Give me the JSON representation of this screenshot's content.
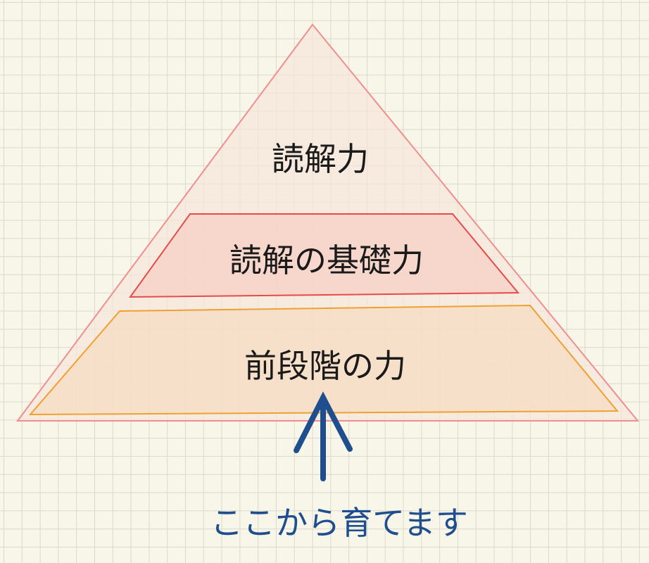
{
  "diagram": {
    "levels": [
      {
        "label": "読解力",
        "fill": "#f6e5da",
        "stroke": "#ef8f8f"
      },
      {
        "label": "読解の基礎力",
        "fill": "#f7d7cd",
        "stroke": "#e54b4b"
      },
      {
        "label": "前段階の力",
        "fill": "#f6e0c8",
        "stroke": "#f0a030"
      }
    ],
    "caption": "ここから育てます",
    "arrow_color": "#1f4e8f"
  }
}
